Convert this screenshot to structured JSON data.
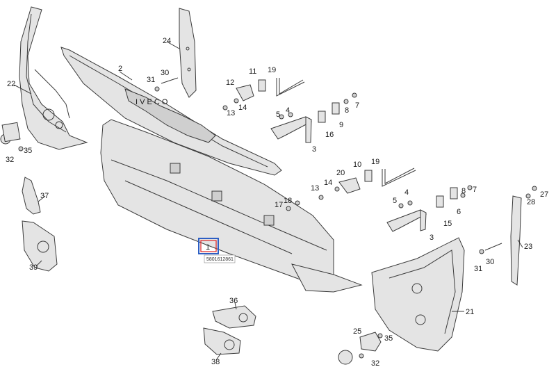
{
  "diagram": {
    "callouts": {
      "c1": "1",
      "c2": "2",
      "c3a": "3",
      "c3b": "3",
      "c4a": "4",
      "c4b": "4",
      "c5a": "5",
      "c5b": "5",
      "c6": "6",
      "c7a": "7",
      "c7b": "7",
      "c8a": "8",
      "c8b": "8",
      "c9": "9",
      "c10": "10",
      "c11": "11",
      "c12": "12",
      "c13a": "13",
      "c13b": "13",
      "c14": "14",
      "c15": "15",
      "c16": "16",
      "c17": "17",
      "c18": "18",
      "c19a": "19",
      "c19b": "19",
      "c20": "20",
      "c21": "21",
      "c22": "22",
      "c23": "23",
      "c24": "24",
      "c25": "25",
      "c27": "27",
      "c28": "28",
      "c30a": "30",
      "c30b": "30",
      "c31a": "31",
      "c31b": "31",
      "c32a": "32",
      "c32b": "32",
      "c35a": "35",
      "c35b": "35",
      "c36": "36",
      "c37": "37",
      "c38": "38",
      "c39": "39"
    },
    "selected_part_number": "5801612861",
    "highlight_color": "#2d5fc4"
  }
}
